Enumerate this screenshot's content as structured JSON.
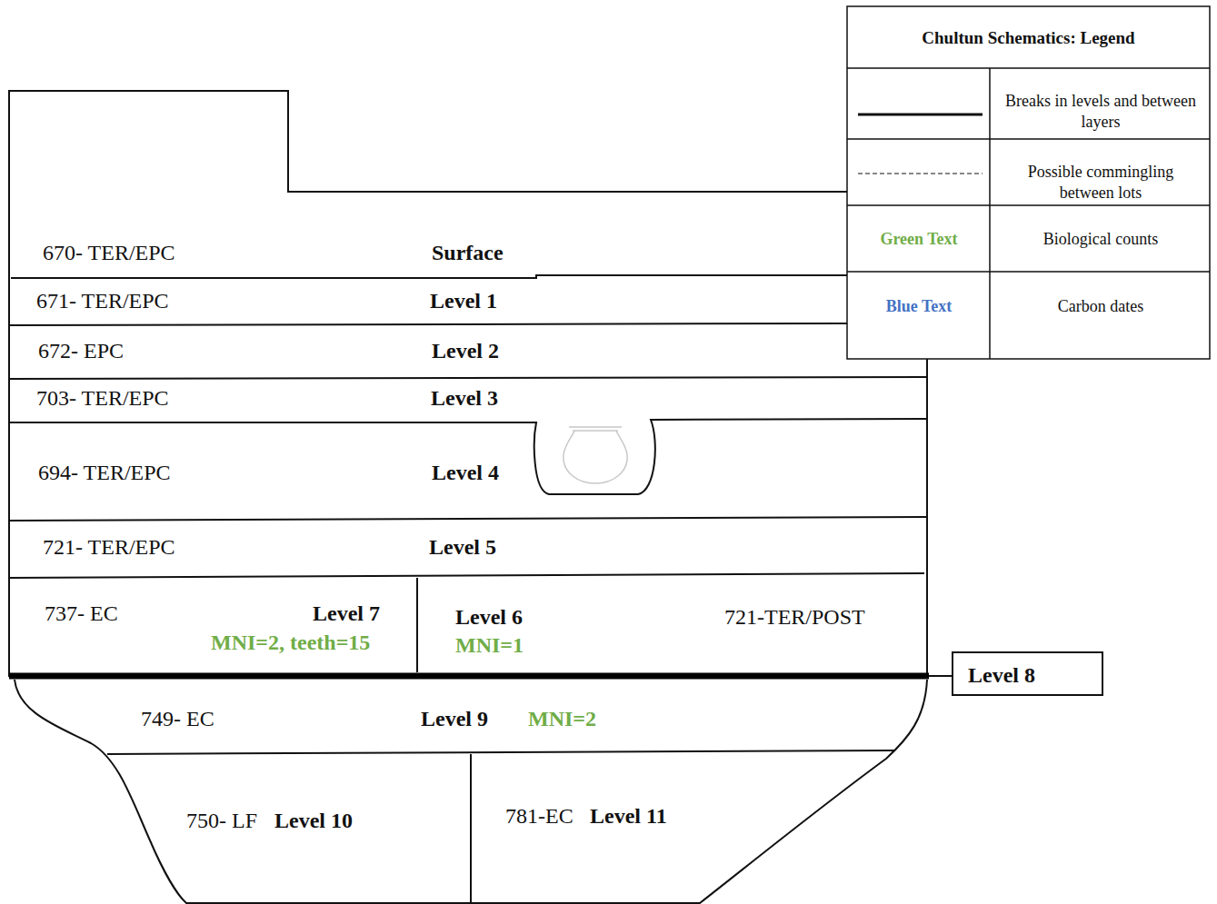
{
  "diagram": {
    "nodes": [
      {
        "text": [
          "670- TER/EPC",
          "Surface"
        ]
      },
      {
        "text": [
          "671- TER/EPC",
          "Level 1"
        ]
      },
      {
        "text": [
          "672- EPC",
          "Level 2"
        ]
      },
      {
        "text": [
          "703- TER/EPC",
          "Level 3"
        ]
      },
      {
        "text": [
          "694- TER/EPC",
          "Level 4"
        ]
      },
      {
        "text": [
          "721- TER/EPC",
          "Level 5"
        ]
      },
      {
        "text": [
          "737- EC",
          "Level 7",
          "MNI=2, teeth=15"
        ]
      },
      {
        "text": [
          "Level 6",
          "MNI=1",
          "721-TER/POST"
        ]
      },
      {
        "text": [
          "Level 8"
        ]
      },
      {
        "text": [
          "749- EC",
          "Level 9",
          "MNI=2"
        ]
      },
      {
        "text": [
          "750- LF",
          "Level 10"
        ]
      },
      {
        "text": [
          "781-EC",
          "Level 11"
        ]
      }
    ],
    "labels": [
      "Chultun Schematics: Legend",
      "Green Text",
      "Blue Text"
    ],
    "legend": [
      {
        "text": "Breaks in levels and between layers"
      },
      {
        "text": "Possible commingling between lots"
      },
      {
        "text": "Biological counts",
        "color": "#70ad47"
      },
      {
        "text": "Carbon dates",
        "color": "#4472c4"
      }
    ]
  }
}
